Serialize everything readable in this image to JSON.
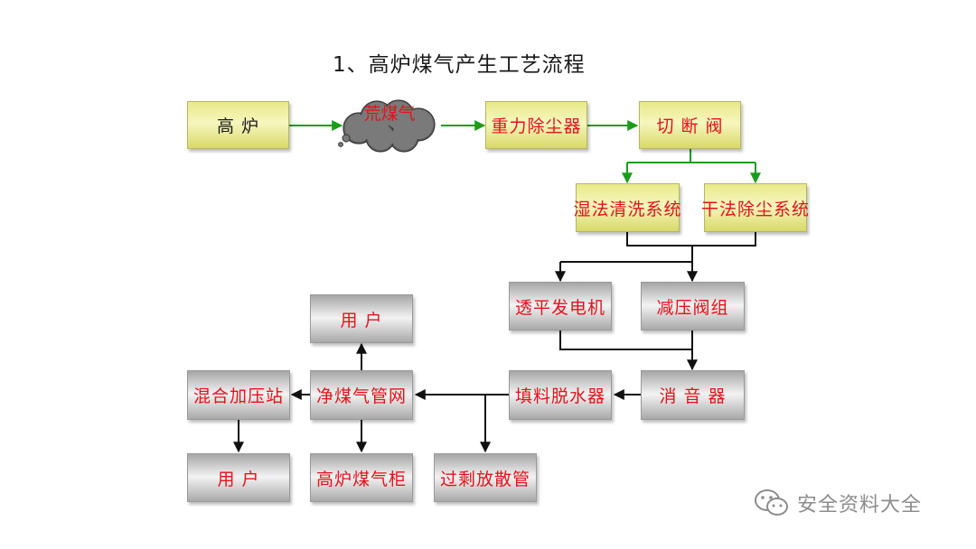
{
  "title": "1、高炉煤气产生工艺流程",
  "nodes": {
    "furnace": "高 炉",
    "raw_gas": "荒煤气",
    "gravity_dust": "重力除尘器",
    "cutoff_valve": "切 断 阀",
    "wet_cleaning": "湿法清洗系统",
    "dry_dust": "干法除尘系统",
    "trt": "透平发电机",
    "pressure_valve": "减压阀组",
    "silencer": "消 音 器",
    "dewater": "填料脱水器",
    "clean_net": "净煤气管网",
    "user_top": "用 户",
    "mixing_station": "混合加压站",
    "user_bottom": "用 户",
    "gas_holder": "高炉煤气柜",
    "bleeder": "过剩放散管"
  },
  "watermark": "安全资料大全",
  "colors": {
    "green_arrow": "#1a9e1a",
    "black_arrow": "#111111",
    "label_red": "#e8101a",
    "yellow_box": "#f6f6bf",
    "cloud": "#6e6e6e"
  }
}
